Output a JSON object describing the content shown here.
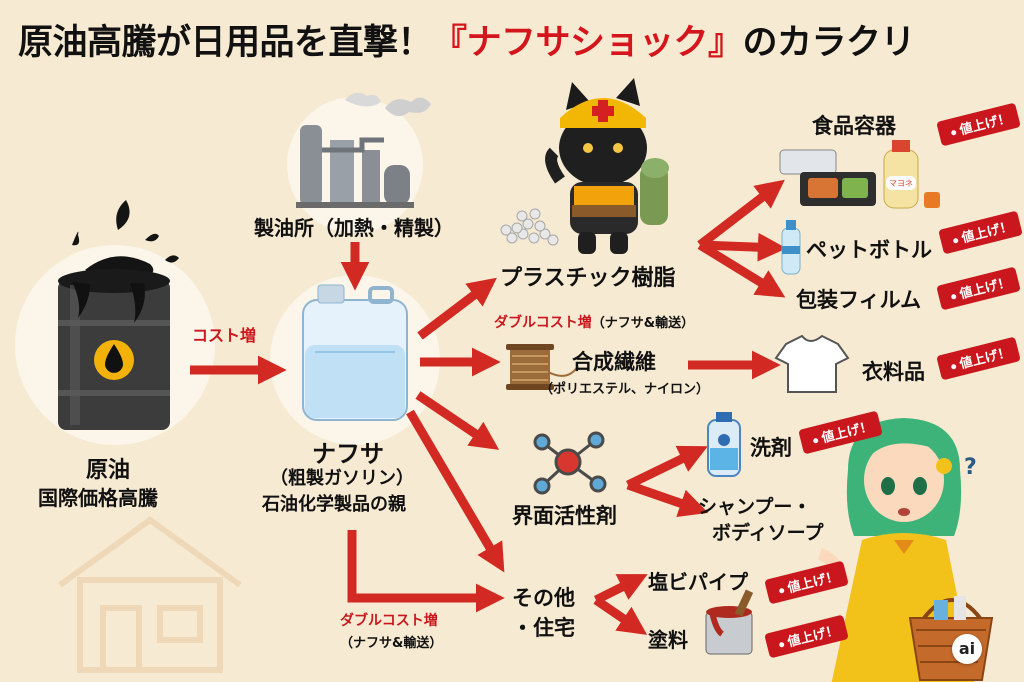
{
  "title": {
    "prefix": "原油高騰が日用品を直撃！",
    "highlight": "『ナフサショック』",
    "suffix": "のカラクリ"
  },
  "crude": {
    "name": "原油",
    "note": "国際価格高騰"
  },
  "refinery": {
    "label": "製油所（加熱・精製）"
  },
  "cost_up": "コスト増",
  "naphtha": {
    "name": "ナフサ",
    "paren": "（粗製ガソリン）",
    "note": "石油化学製品の親"
  },
  "plastic": {
    "label": "プラスチック樹脂",
    "double_cost": "ダブルコスト増",
    "double_paren": "（ナフサ&輸送）"
  },
  "fiber": {
    "label": "合成繊維",
    "sub": "（ポリエステル、ナイロン）"
  },
  "surfactant": {
    "label": "界面活性剤"
  },
  "other": {
    "line1": "その他",
    "line2": "・住宅",
    "double_cost": "ダブルコスト増",
    "double_paren": "（ナフサ&輸送）"
  },
  "products": {
    "food_container": "食品容器",
    "pet_bottle": "ペットボトル",
    "film": "包装フィルム",
    "clothing": "衣料品",
    "detergent": "洗剤",
    "shampoo_1": "シャンプー・",
    "shampoo_2": "ボディソープ",
    "pipe": "塩ビパイプ",
    "paint": "塗料"
  },
  "price_up_tag": "値上げ！",
  "mayo_label": "マヨネ",
  "badge": "ai",
  "colors": {
    "arrow": "#d22a22",
    "background": "#f6ead2",
    "title_highlight": "#d4161c"
  },
  "icons": [
    "oil-drop-icon",
    "oil-barrel-icon",
    "refinery-icon",
    "naphtha-tank-icon",
    "cat-worker-icon",
    "plastic-pellets-icon",
    "yarn-spool-icon",
    "molecule-icon",
    "food-tray-icon",
    "mayo-bottle-icon",
    "pet-bottle-icon",
    "tshirt-icon",
    "detergent-bottle-icon",
    "paint-can-icon",
    "house-icon",
    "worried-woman-icon",
    "shopping-basket-icon"
  ]
}
